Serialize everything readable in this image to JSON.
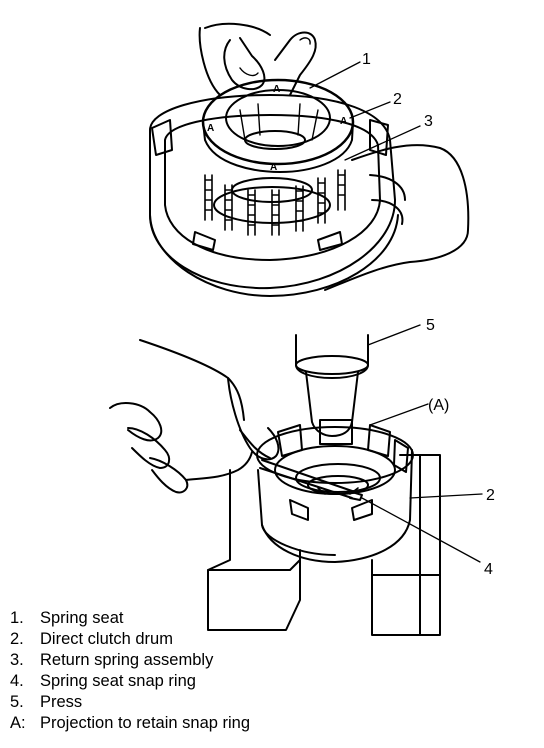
{
  "callouts": {
    "c1": "1",
    "c2_top": "2",
    "c3": "3",
    "c5": "5",
    "cA": "(A)",
    "c2_bottom": "2",
    "c4": "4"
  },
  "ring_marks": {
    "a_top": "A",
    "a_left": "A",
    "a_right": "A",
    "a_bottom": "A"
  },
  "legend": [
    {
      "key": "1.",
      "text": "Spring seat"
    },
    {
      "key": "2.",
      "text": "Direct clutch drum"
    },
    {
      "key": "3.",
      "text": "Return spring assembly"
    },
    {
      "key": "4.",
      "text": "Spring seat snap ring"
    },
    {
      "key": "5.",
      "text": "Press"
    },
    {
      "key": "A:",
      "text": "Projection to retain snap ring"
    }
  ]
}
